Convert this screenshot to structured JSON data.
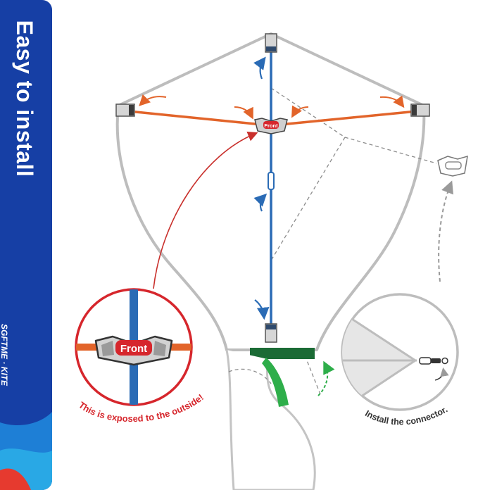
{
  "sidebar": {
    "title": "Easy to install",
    "brand": "SGFTME · KITE"
  },
  "detail_circle": {
    "connector_label": "Front",
    "caption": "This is exposed to the outside!"
  },
  "kite_connector": {
    "label": "Front"
  },
  "connector_circle": {
    "caption": "Install the connector."
  },
  "colors": {
    "sidebar_blue": "#163fa5",
    "spar_blue": "#2a6bb5",
    "spreader_orange": "#e2642a",
    "accent_red": "#d6262c",
    "green_tail": "#2eae4a",
    "outline_grey": "#b9b9b9"
  },
  "icons": {
    "connector": "bracket-connector-icon",
    "swivel": "swivel-snap-icon"
  }
}
